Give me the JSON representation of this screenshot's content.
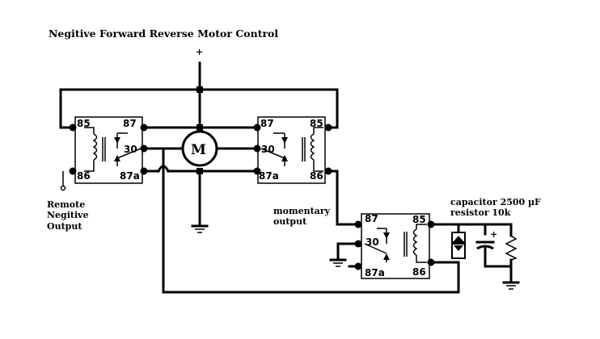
{
  "title": "Negitive  Forward Reverse Motor Control",
  "supply_label": "+",
  "motor_label": "M",
  "remote_label": [
    "Remote",
    "Negitive",
    "Output"
  ],
  "momentary_label": [
    "momentary",
    "output"
  ],
  "capacitor_label": "capacitor 2500 µF",
  "resistor_label": "resistor 10k",
  "cap_plus": "+",
  "relays": [
    {
      "name": "left",
      "pin85": "85",
      "pin86": "86",
      "pin87": "87",
      "pin30": "30",
      "pin87a": "87a"
    },
    {
      "name": "right",
      "pin85": "85",
      "pin86": "86",
      "pin87": "87",
      "pin30": "30",
      "pin87a": "87a"
    },
    {
      "name": "bottom",
      "pin85": "85",
      "pin86": "86",
      "pin87": "87",
      "pin30": "30",
      "pin87a": "87a"
    }
  ]
}
